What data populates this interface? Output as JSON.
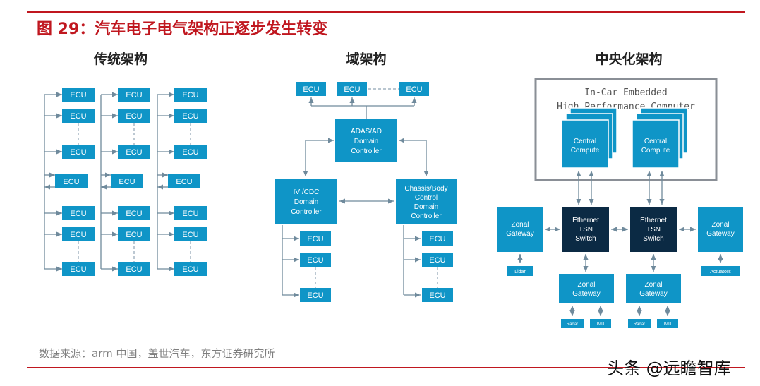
{
  "figure": {
    "title": "图 29：汽车电子电气架构正逐步发生转变",
    "source": "数据来源：arm 中国，盖世汽车，东方证券研究所",
    "watermark": "头条 @远瞻智库"
  },
  "traditional": {
    "title": "传统架构",
    "ecu_label": "ECU"
  },
  "domain": {
    "title": "域架构",
    "ecu_label": "ECU",
    "adas": [
      "ADAS/AD",
      "Domain",
      "Controller"
    ],
    "ivi": [
      "IVI/CDC",
      "Domain",
      "Controller"
    ],
    "chassis": [
      "Chassis/Body",
      "Control",
      "Domain",
      "Controller"
    ]
  },
  "central": {
    "title": "中央化架构",
    "hpc_title": [
      "In-Car Embedded",
      "High Performance Computer"
    ],
    "central_compute": [
      "Central",
      "Compute"
    ],
    "switch": [
      "Ethernet",
      "TSN",
      "Switch"
    ],
    "zonal": [
      "Zonal",
      "Gateway"
    ],
    "sensors": {
      "lidar": "Lidar",
      "actuators": "Actuators",
      "radar": "Radar",
      "imu": "IMU"
    }
  }
}
